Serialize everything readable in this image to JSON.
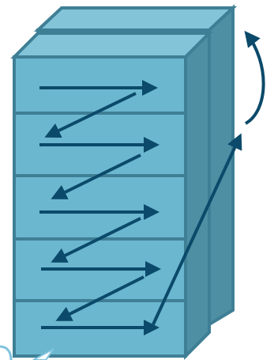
{
  "diagram": {
    "kind": "raster-scan-order-on-stacked-slices",
    "slice_count": 2,
    "rows_per_slice": 5,
    "colors": {
      "front_face": "#6BB7CF",
      "top_face": "#84C4D8",
      "side_face": "#4E8FA3",
      "edge": "#3F7F96",
      "arrow": "#0B4A6A",
      "background": "#FFFFFF",
      "partial_circle": "#7FC3DD"
    },
    "icons": {
      "scan_arrow": "right-arrow",
      "return_arrow": "diagonal-return-arrow",
      "slice_advance": "curved-up-arrow"
    }
  }
}
